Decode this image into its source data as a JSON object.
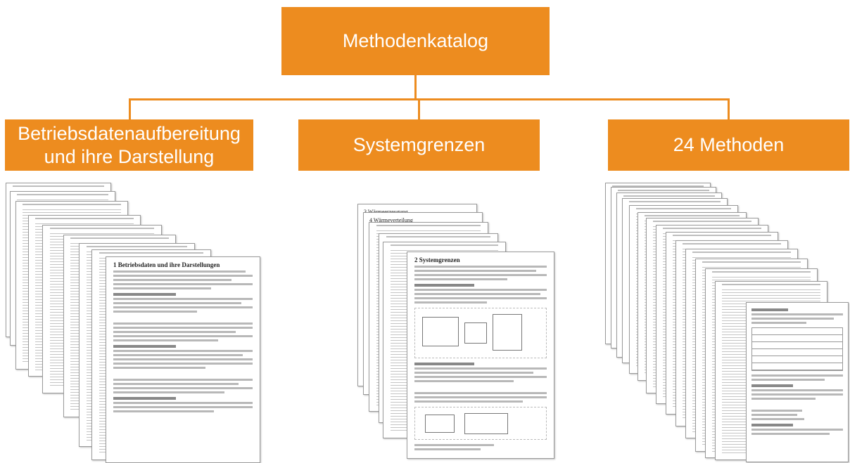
{
  "diagram": {
    "root": {
      "label": "Methodenkatalog"
    },
    "children": [
      {
        "label_line1": "Betriebsdatenaufbereitung",
        "label_line2": "und ihre Darstellung"
      },
      {
        "label": "Systemgrenzen"
      },
      {
        "label": "24 Methoden"
      }
    ]
  },
  "documents": {
    "left_front_title": "1 Betriebsdaten und ihre Darstellungen",
    "middle_front_title": "2 Systemgrenzen",
    "middle_back_titles": [
      "3 Wärmeerzeugung",
      "4 Wärmeverteilung"
    ]
  },
  "colors": {
    "accent": "#ed8c1f",
    "text_on_accent": "#ffffff"
  }
}
